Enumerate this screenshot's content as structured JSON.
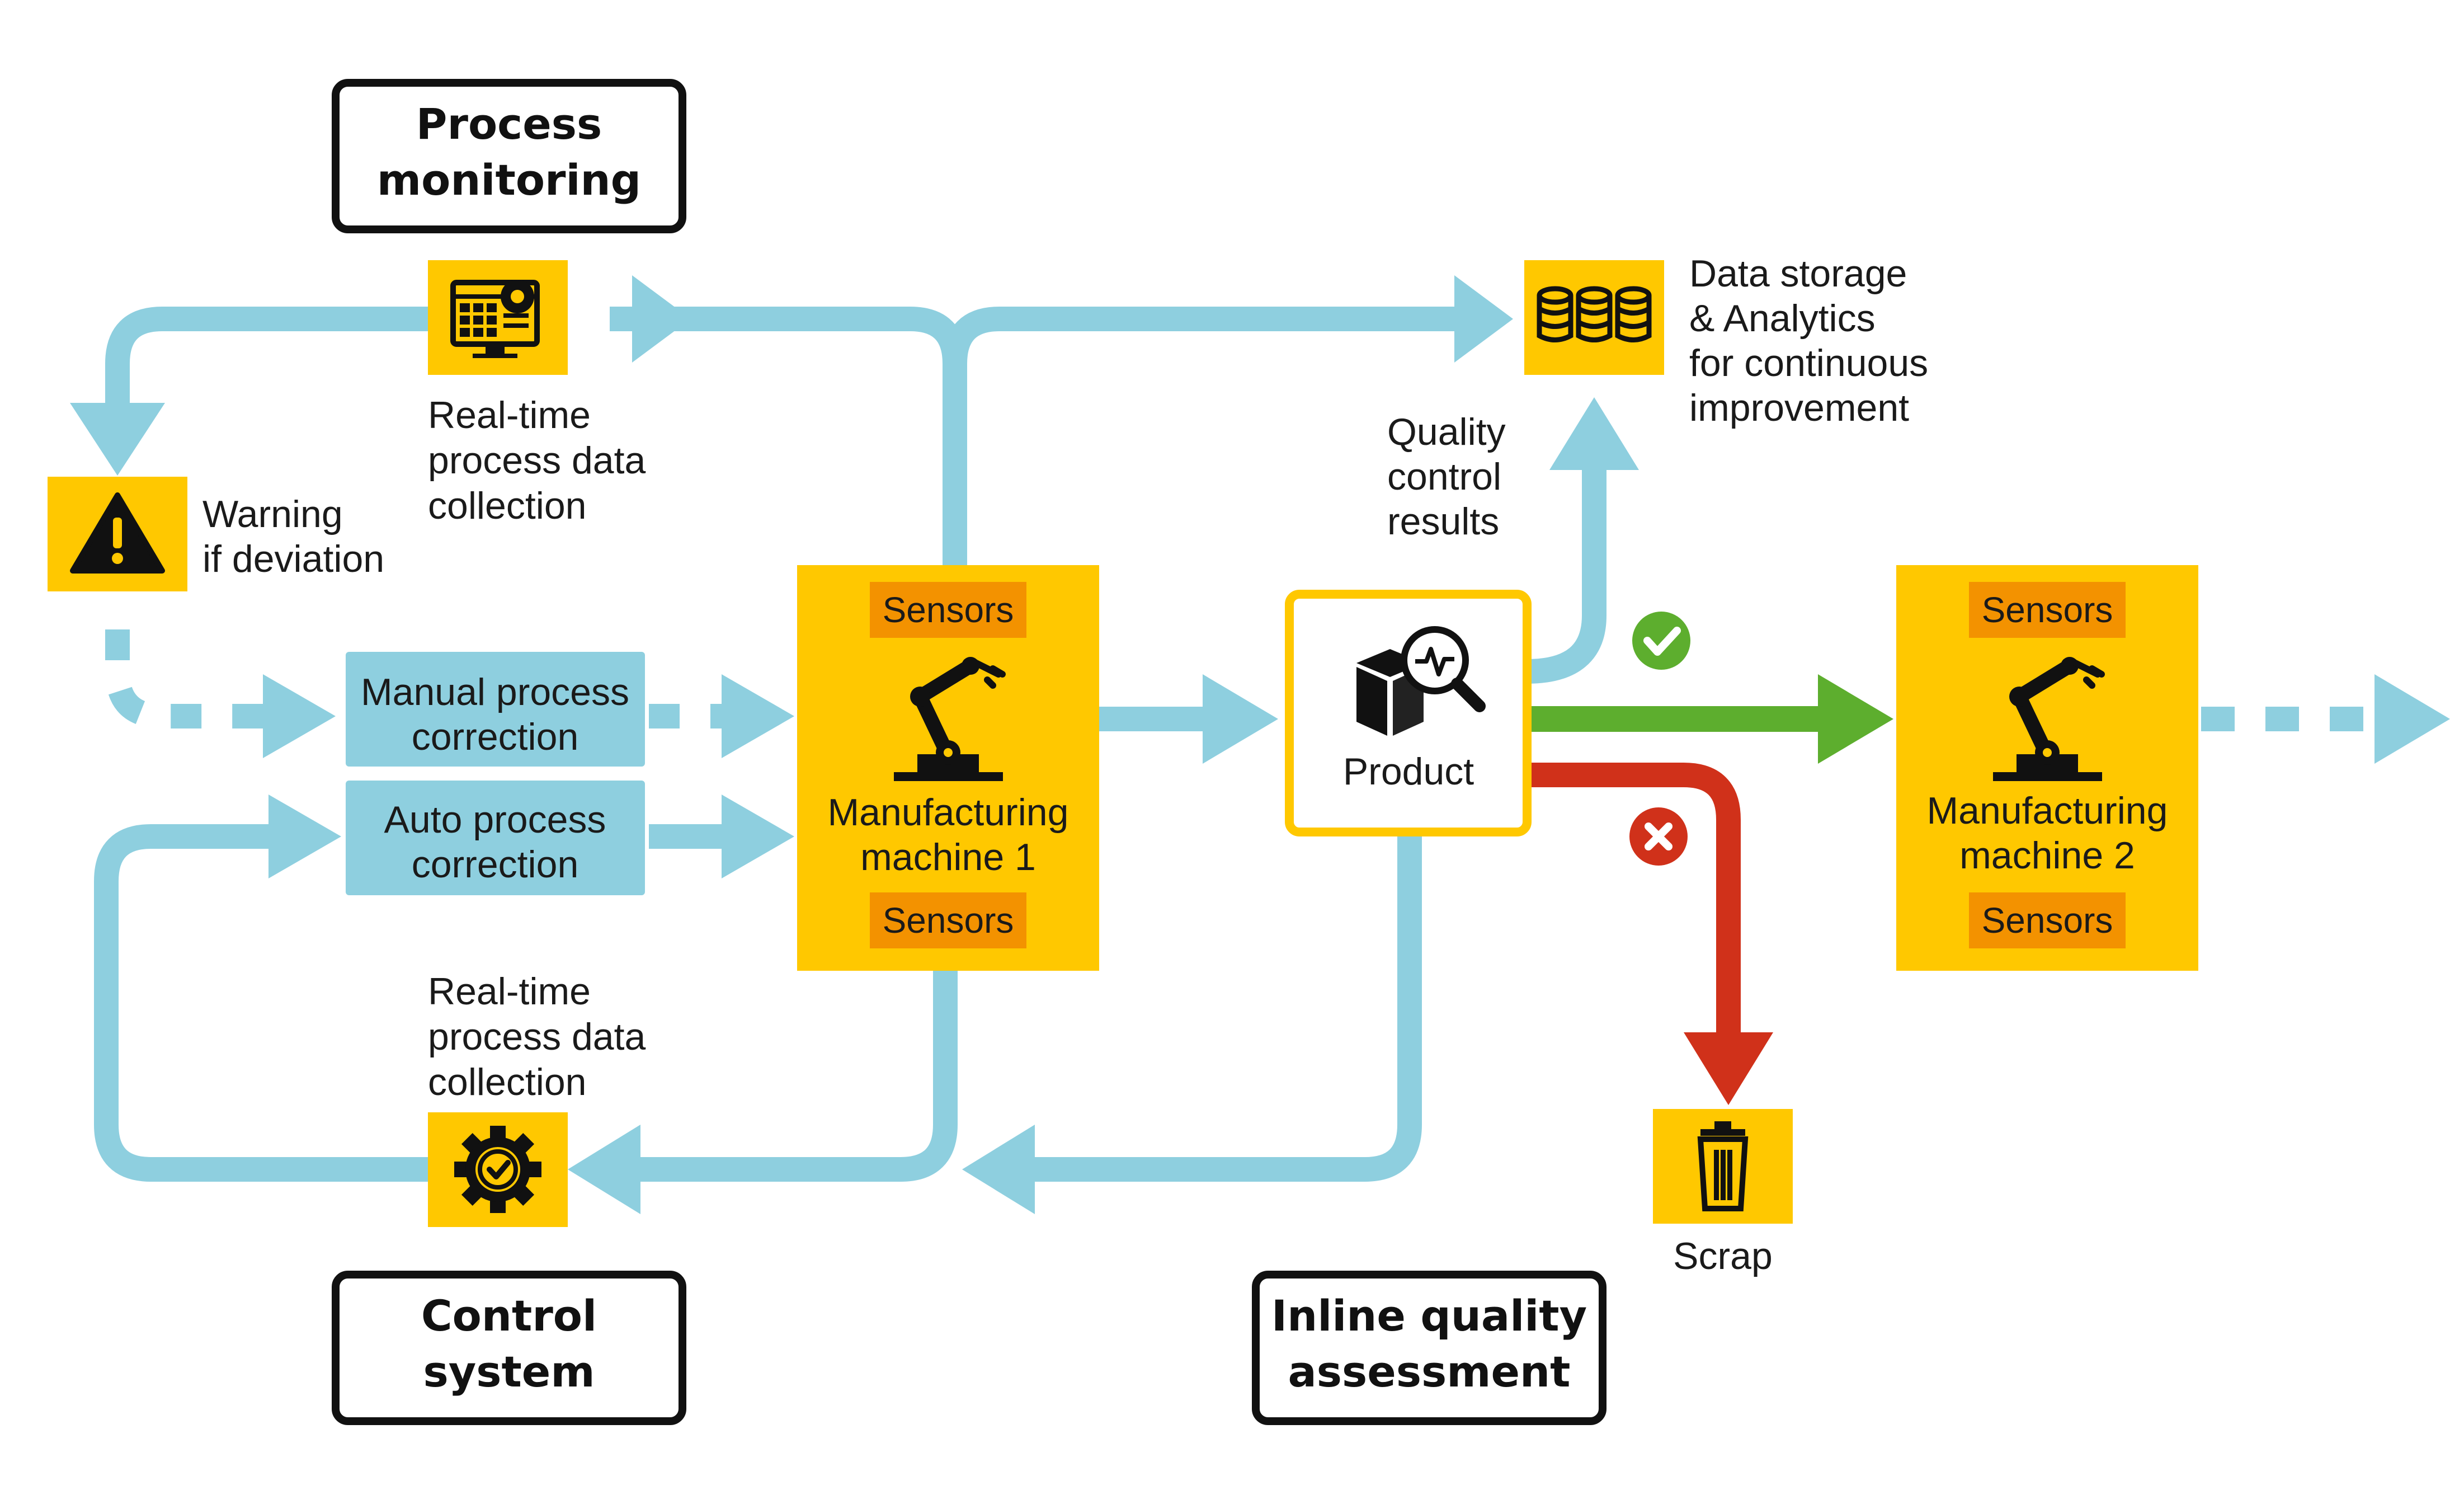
{
  "titles": {
    "process_monitoring": [
      "Process",
      "monitoring"
    ],
    "control_system": [
      "Control",
      "system"
    ],
    "inline_quality": [
      "Inline quality",
      "assessment"
    ]
  },
  "labels": {
    "realtime_top": [
      "Real-time",
      "process data",
      "collection"
    ],
    "realtime_bottom": [
      "Real-time",
      "process data",
      "collection"
    ],
    "warning": [
      "Warning",
      "if deviation"
    ],
    "data_storage": [
      "Data storage",
      "& Analytics",
      "for continuous",
      "improvement"
    ],
    "quality_results": [
      "Quality",
      "control",
      "results"
    ],
    "scrap": "Scrap",
    "product": "Product"
  },
  "boxes": {
    "manual_correction": [
      "Manual process",
      "correction"
    ],
    "auto_correction": [
      "Auto process",
      "correction"
    ]
  },
  "machines": {
    "m1": {
      "name": [
        "Manufacturing",
        "machine 1"
      ],
      "sensor_top": "Sensors",
      "sensor_bottom": "Sensors"
    },
    "m2": {
      "name": [
        "Manufacturing",
        "machine 2"
      ],
      "sensor_top": "Sensors",
      "sensor_bottom": "Sensors"
    }
  },
  "colors": {
    "yellow": "#FFC800",
    "orange": "#F39200",
    "blue": "#8ECFDF",
    "green": "#5DAE2E",
    "red": "#D0311A",
    "black": "#111111"
  },
  "icons": {
    "monitor": "monitor-gear-icon",
    "warning": "warning-icon",
    "gear": "gear-check-icon",
    "database": "database-icon",
    "robot": "robot-arm-icon",
    "product": "product-inspection-icon",
    "check": "check-icon",
    "cross": "cross-icon",
    "trash": "trash-icon"
  }
}
